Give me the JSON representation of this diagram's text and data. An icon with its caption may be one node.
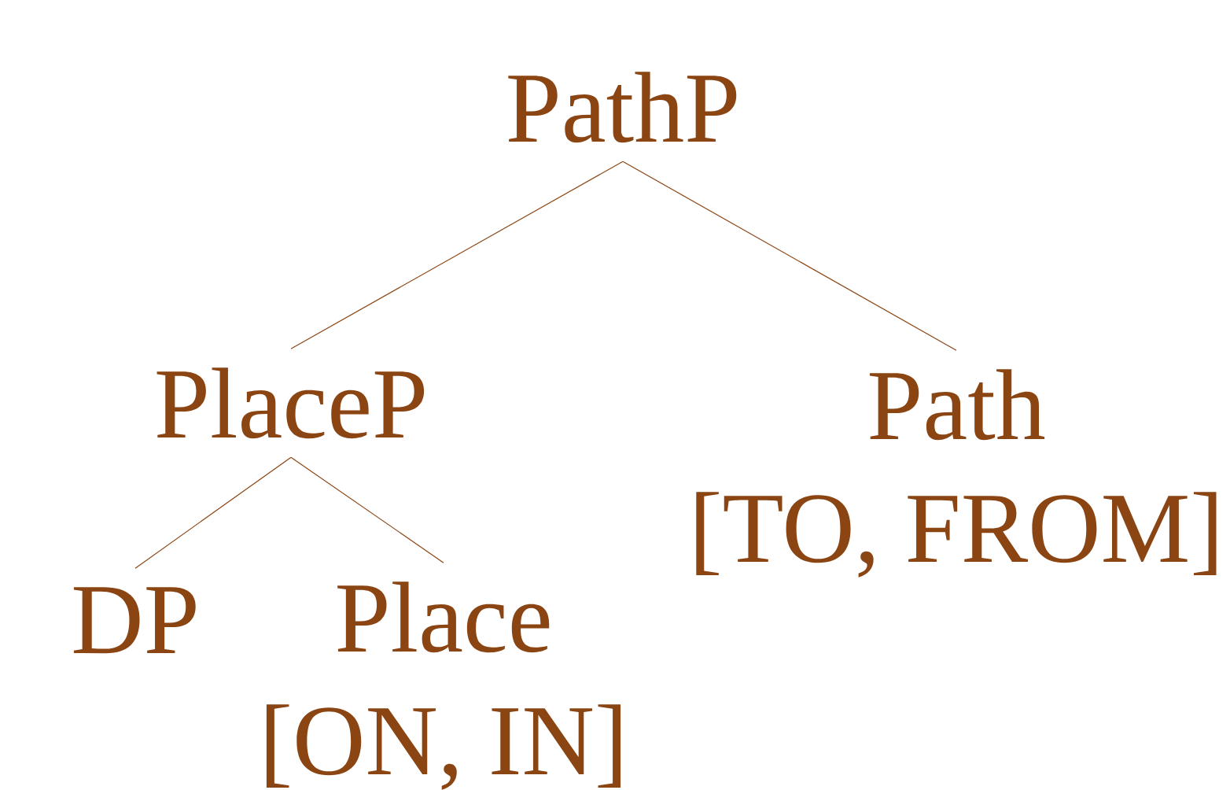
{
  "diagram": {
    "nodes": [
      {
        "text": [
          "PathP"
        ]
      },
      {
        "text": [
          "PlaceP"
        ]
      },
      {
        "text": [
          "Path",
          "[TO, FROM]"
        ]
      },
      {
        "text": [
          "DP"
        ]
      },
      {
        "text": [
          "Place",
          "[ON, IN]"
        ]
      }
    ],
    "edges": [
      {
        "from": 0,
        "to": 1,
        "arrow": "none"
      },
      {
        "from": 0,
        "to": 2,
        "arrow": "none"
      },
      {
        "from": 1,
        "to": 3,
        "arrow": "none"
      },
      {
        "from": 1,
        "to": 4,
        "arrow": "none"
      }
    ]
  }
}
